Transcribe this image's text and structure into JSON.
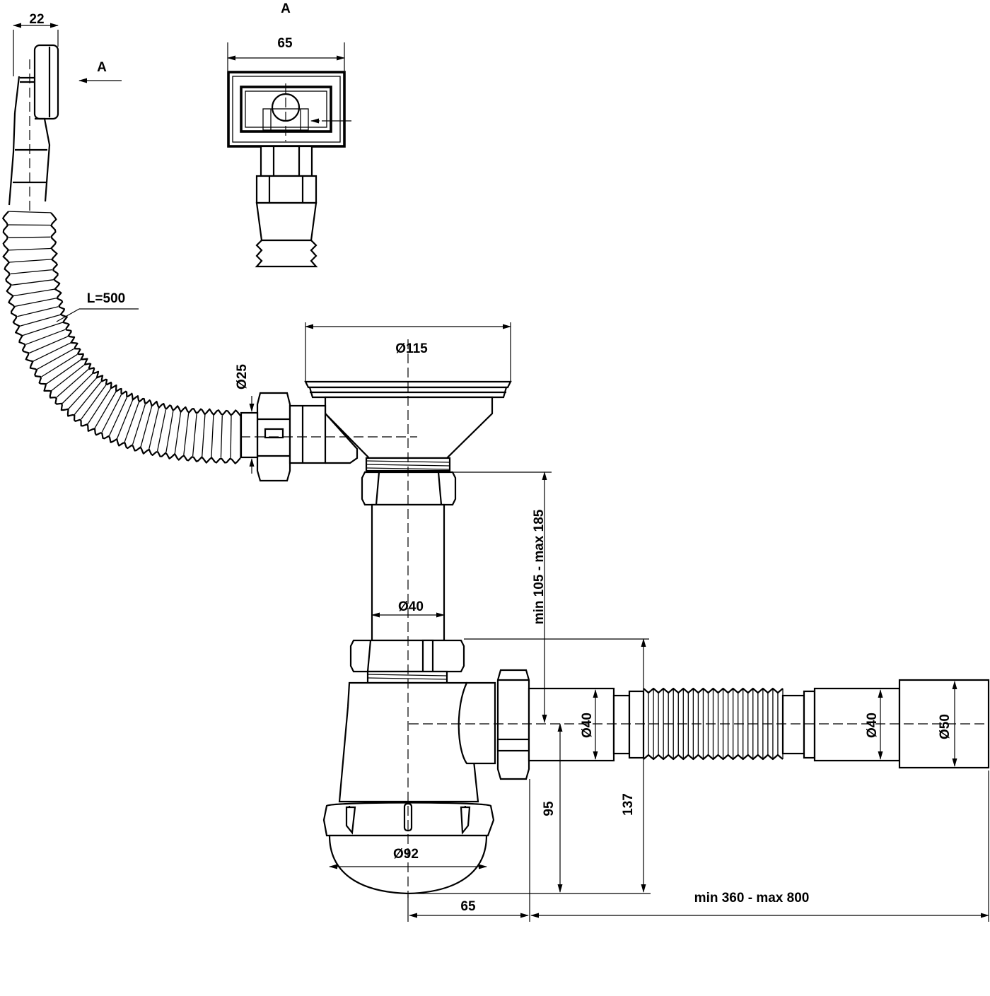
{
  "view_label_main": "A",
  "view_label_arrow": "A",
  "dimensions": {
    "overflow_width": "22",
    "view_width": "65",
    "hose_length": "L=500",
    "hose_diameter": "Ø25",
    "bowl_diameter": "Ø115",
    "tube_diameter": "Ø40",
    "height_range": "min 105 - max 185",
    "outlet_diameter": "Ø40",
    "hose_outlet_diameter": "Ø40",
    "end_diameter": "Ø50",
    "trap_diameter": "Ø92",
    "outlet_height": "95",
    "total_height": "137",
    "offset": "65",
    "length_range": "min 360 - max 800"
  }
}
